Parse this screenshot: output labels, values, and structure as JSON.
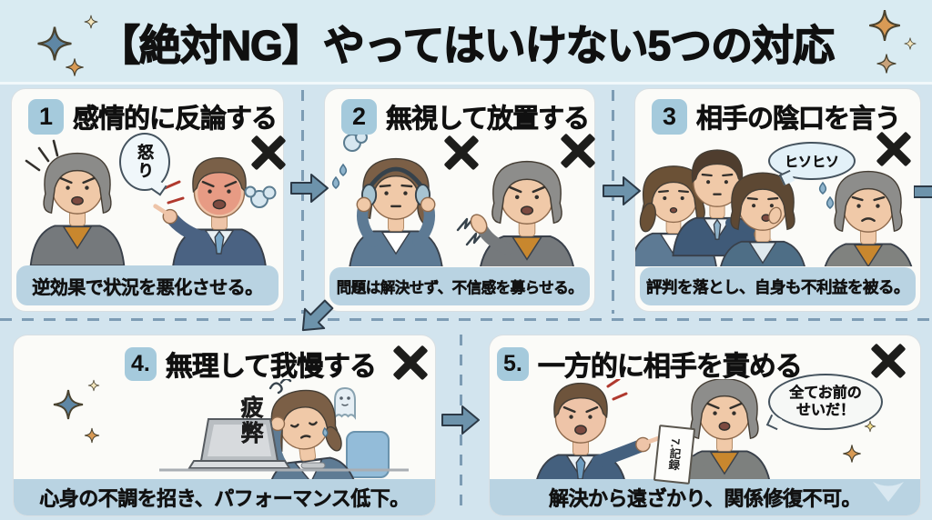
{
  "title": {
    "text": "【絶対NG】やってはいけない5つの対応"
  },
  "colors": {
    "background": "#d2e4ee",
    "title_band": "#d9ebf2",
    "panel": "#fbfbf8",
    "caption_bar": "#b9d3e2",
    "number_badge": "#a5cadc",
    "arrow": "#6d93ab",
    "dashed_line": "#7d9cb4",
    "x_mark": "#1d1d1b",
    "text": "#101010"
  },
  "panels": [
    {
      "number": "1",
      "heading": "感情的に反論する",
      "caption": "逆効果で状況を悪化させる。",
      "speech_bubble": "怒り"
    },
    {
      "number": "2",
      "heading": "無視して放置する",
      "caption": "問題は解決せず、不信感を募らせる。"
    },
    {
      "number": "3",
      "heading": "相手の陰口を言う",
      "caption": "評判を落とし、自身も不利益を被る。",
      "speech_bubble": "ヒソヒソ"
    },
    {
      "number": "4.",
      "heading": "無理して我慢する",
      "caption": "心身の不調を招き、パフォーマンス低下。",
      "fatigue_label": "疲弊"
    },
    {
      "number": "5.",
      "heading": "一方的に相手を責める",
      "caption": "解決から遠ざかり、関係修復不可。",
      "speech_bubble_line1": "全てお前の",
      "speech_bubble_line2": "せいだ！",
      "paper_label": "7.記録"
    }
  ]
}
